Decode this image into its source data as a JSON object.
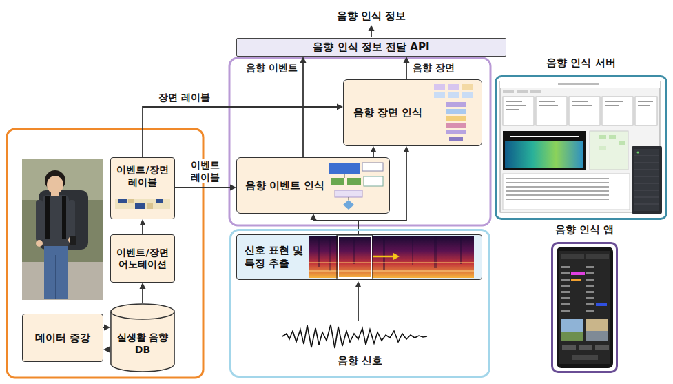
{
  "diagram": {
    "nodes": [
      {
        "text": [
          "음향 인식 정보 전달 API"
        ]
      },
      {
        "text": [
          "음향 장면 인식"
        ]
      },
      {
        "text": [
          "이벤트/장면 레이블"
        ]
      },
      {
        "text": [
          "음향 이벤트 인식"
        ]
      },
      {
        "text": [
          "이벤트/장면 어노테이션"
        ]
      },
      {
        "text": [
          "실생활 음향 DB"
        ]
      },
      {
        "text": [
          "데이터 증강"
        ]
      },
      {
        "text": [
          "음향 신호"
        ]
      },
      {
        "text": [
          "신호 표현 및 특징 추출"
        ],
        "in": 7
      },
      {
        "text": [
          "음향 인식 서버"
        ]
      },
      {
        "text": [
          "음향 인식 앱"
        ]
      }
    ],
    "edges": [
      {
        "from": 6,
        "to": 5,
        "arrow": "to"
      },
      {
        "from": 5,
        "to": 6,
        "arrow": "to"
      },
      {
        "from": 5,
        "to": 4,
        "arrow": "to"
      },
      {
        "from": 4,
        "to": 2,
        "arrow": "to"
      },
      {
        "from": 2,
        "to": 3,
        "label": "이벤트 레이블",
        "arrow": "to"
      },
      {
        "from": 2,
        "to": 1,
        "label": "장면 레이블",
        "arrow": "to"
      },
      {
        "from": 8,
        "to": 3,
        "arrow": "to"
      },
      {
        "from": 8,
        "to": 1,
        "arrow": "to"
      },
      {
        "from": 3,
        "to": 1,
        "arrow": "to"
      },
      {
        "from": 3,
        "to": 0,
        "label": "음향 이벤트",
        "arrow": "to"
      },
      {
        "from": 1,
        "to": 0,
        "label": "음향 장면",
        "arrow": "to"
      }
    ],
    "labels": [
      "음향 인식 정보"
    ]
  }
}
